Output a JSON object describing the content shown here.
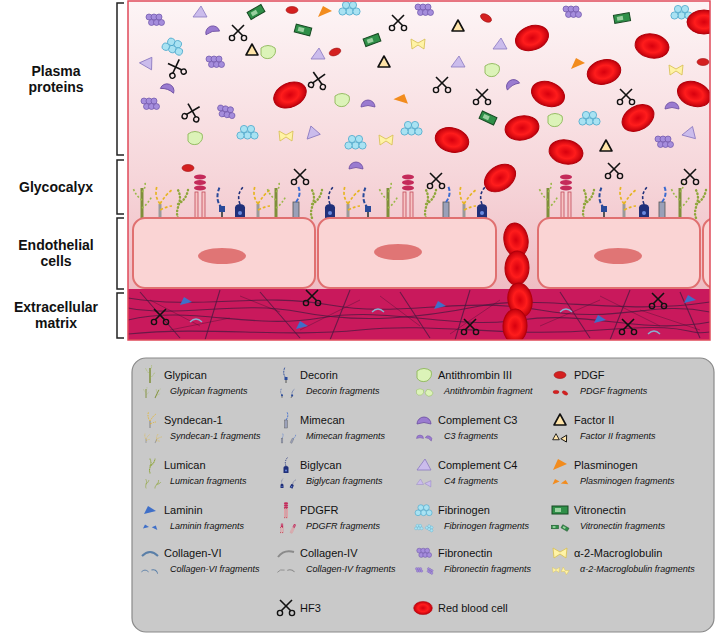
{
  "diagram": {
    "labels": [
      "Plasma proteins",
      "Glycocalyx",
      "Endothelial cells",
      "Extracellular matrix"
    ],
    "legend": [
      {
        "text": "Glypican"
      },
      {
        "text": "Glypican fragments"
      },
      {
        "text": "Syndecan-1"
      },
      {
        "text": "Syndecan-1 fragments"
      },
      {
        "text": "Lumican"
      },
      {
        "text": "Lumican fragments"
      },
      {
        "text": "Laminin"
      },
      {
        "text": "Laminin fragments"
      },
      {
        "text": "Collagen-VI"
      },
      {
        "text": "Collagen-VI fragments"
      },
      {
        "text": "Decorin"
      },
      {
        "text": "Decorin fragments"
      },
      {
        "text": "Mimecan"
      },
      {
        "text": "Mimecan fragments"
      },
      {
        "text": "Biglycan"
      },
      {
        "text": "Biglycan fragments"
      },
      {
        "text": "PDGFR"
      },
      {
        "text": "PDGFR fragments"
      },
      {
        "text": "Collagen-IV"
      },
      {
        "text": "Collagen-IV fragments"
      },
      {
        "text": "HF3"
      },
      {
        "text": "Antithrombin III"
      },
      {
        "text": "Antithrombin fragment"
      },
      {
        "text": "Complement C3"
      },
      {
        "text": "C3 fragments"
      },
      {
        "text": "Complement C4"
      },
      {
        "text": "C4 fragments"
      },
      {
        "text": "Fibrinogen"
      },
      {
        "text": "Fibrinogen fragments"
      },
      {
        "text": "Fibronectin"
      },
      {
        "text": "Fibronectin fragments"
      },
      {
        "text": "Red blood cell"
      },
      {
        "text": "PDGF"
      },
      {
        "text": "PDGF fragments"
      },
      {
        "text": "Factor II"
      },
      {
        "text": "Factor II fragments"
      },
      {
        "text": "Plasminogen"
      },
      {
        "text": "Plasminogen fragments"
      },
      {
        "text": "Vitronectin"
      },
      {
        "text": "Vitronectin fragments"
      },
      {
        "text": "α-2-Macroglobulin"
      },
      {
        "text": "α-2-Macroglobulin fragments"
      }
    ]
  }
}
